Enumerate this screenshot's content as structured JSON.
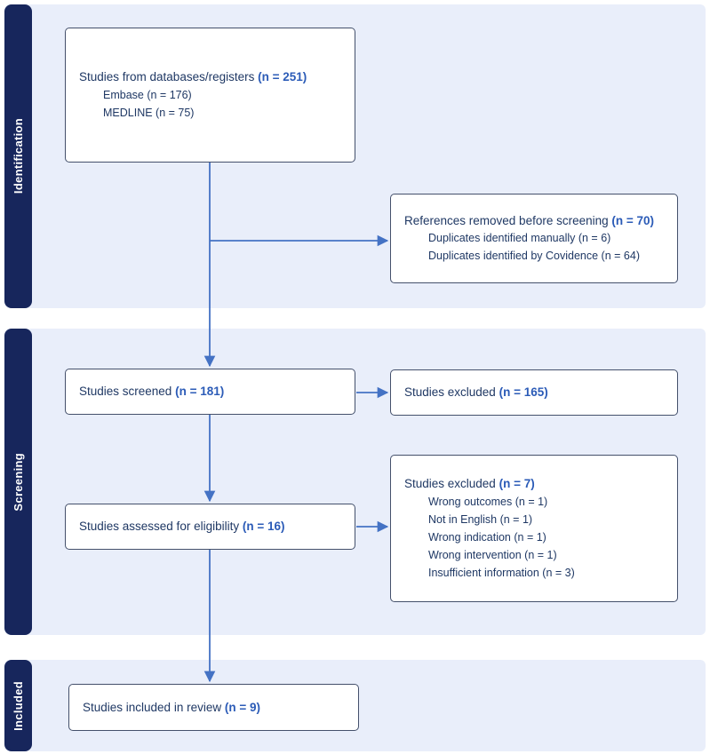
{
  "diagram": {
    "kind": "PRISMA flow diagram",
    "colors": {
      "stage_bar_navy": "#17265c",
      "band_background": "#e9eefa",
      "box_border": "#44506b",
      "arrow_blue": "#4472c4",
      "text_navy": "#1f3864",
      "count_blue": "#2b5bb7"
    },
    "stages": [
      {
        "label": "Identification"
      },
      {
        "label": "Screening"
      },
      {
        "label": "Included"
      }
    ],
    "boxes": {
      "databases": {
        "title": "Studies from databases/registers",
        "count": "(n = 251)",
        "items": [
          "Embase (n = 176)",
          "MEDLINE (n = 75)"
        ]
      },
      "references_removed": {
        "title": "References removed before screening",
        "count": "(n = 70)",
        "items": [
          "Duplicates identified manually (n = 6)",
          "Duplicates identified by Covidence (n = 64)"
        ]
      },
      "screened": {
        "title": "Studies screened",
        "count": "(n = 181)",
        "items": []
      },
      "excluded_screening": {
        "title": "Studies excluded",
        "count": "(n = 165)",
        "items": []
      },
      "eligibility": {
        "title": "Studies assessed for eligibility",
        "count": "(n = 16)",
        "items": []
      },
      "excluded_eligibility": {
        "title": "Studies excluded",
        "count": "(n = 7)",
        "items": [
          "Wrong outcomes (n = 1)",
          "Not in English (n = 1)",
          "Wrong indication (n = 1)",
          "Wrong intervention (n = 1)",
          "Insufficient information (n = 3)"
        ]
      },
      "included": {
        "title": "Studies included in review",
        "count": "(n = 9)",
        "items": []
      }
    }
  }
}
